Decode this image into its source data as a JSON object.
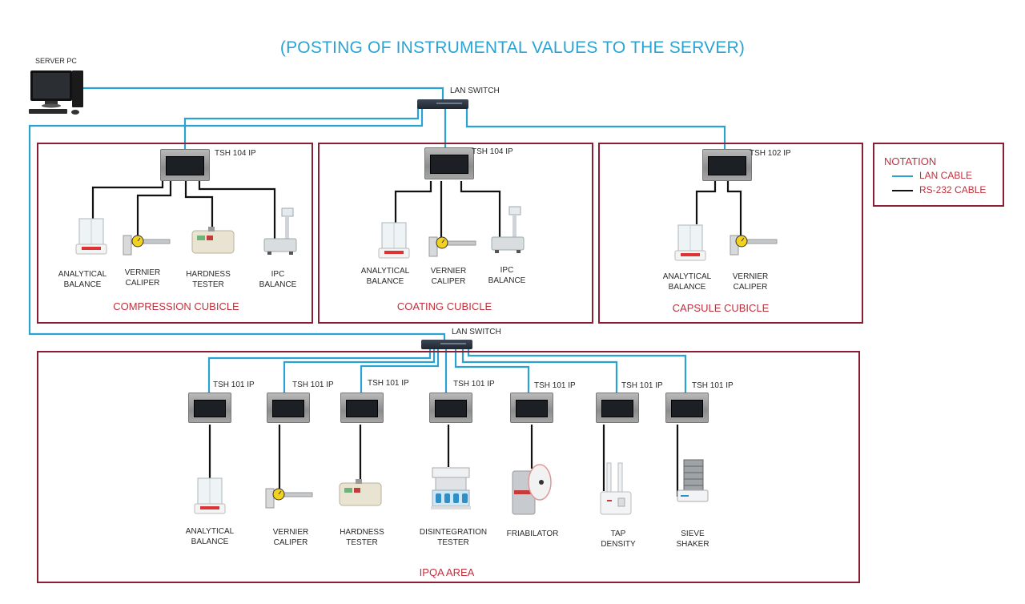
{
  "title": "(POSTING OF INSTRUMENTAL VALUES TO THE SERVER)",
  "colors": {
    "lan": "#2aa3d2",
    "rs232": "#111111",
    "frame": "#8a1f33",
    "area_title": "#c0303c"
  },
  "server": {
    "label": "SERVER PC",
    "icon": "desktop-pc-icon"
  },
  "switches": [
    {
      "label": "LAN SWITCH",
      "icon": "network-switch-icon"
    },
    {
      "label": "LAN SWITCH",
      "icon": "network-switch-icon"
    }
  ],
  "legend": {
    "heading": "NOTATION",
    "items": [
      {
        "label": "LAN CABLE",
        "color": "#2aa3d2"
      },
      {
        "label": "RS-232 CABLE",
        "color": "#111111"
      }
    ]
  },
  "cubicles": [
    {
      "name": "COMPRESSION CUBICLE",
      "terminal": "TSH 104 IP",
      "instruments": [
        {
          "line1": "ANALYTICAL",
          "line2": "BALANCE",
          "icon": "analytical-balance-icon"
        },
        {
          "line1": "VERNIER",
          "line2": "CALIPER",
          "icon": "vernier-caliper-icon"
        },
        {
          "line1": "HARDNESS",
          "line2": "TESTER",
          "icon": "hardness-tester-icon"
        },
        {
          "line1": "IPC",
          "line2": "BALANCE",
          "icon": "ipc-balance-icon"
        }
      ]
    },
    {
      "name": "COATING CUBICLE",
      "terminal": "TSH 104 IP",
      "instruments": [
        {
          "line1": "ANALYTICAL",
          "line2": "BALANCE",
          "icon": "analytical-balance-icon"
        },
        {
          "line1": "VERNIER",
          "line2": "CALIPER",
          "icon": "vernier-caliper-icon"
        },
        {
          "line1": "IPC",
          "line2": "BALANCE",
          "icon": "ipc-balance-icon"
        }
      ]
    },
    {
      "name": "CAPSULE CUBICLE",
      "terminal": "TSH 102 IP",
      "instruments": [
        {
          "line1": "ANALYTICAL",
          "line2": "BALANCE",
          "icon": "analytical-balance-icon"
        },
        {
          "line1": "VERNIER",
          "line2": "CALIPER",
          "icon": "vernier-caliper-icon"
        }
      ]
    }
  ],
  "ipqa": {
    "name": "IPQA AREA",
    "stations": [
      {
        "terminal": "TSH 101 IP",
        "line1": "ANALYTICAL",
        "line2": "BALANCE",
        "icon": "analytical-balance-icon"
      },
      {
        "terminal": "TSH 101 IP",
        "line1": "VERNIER",
        "line2": "CALIPER",
        "icon": "vernier-caliper-icon"
      },
      {
        "terminal": "TSH 101 IP",
        "line1": "HARDNESS",
        "line2": "TESTER",
        "icon": "hardness-tester-icon"
      },
      {
        "terminal": "TSH 101 IP",
        "line1": "DISINTEGRATION",
        "line2": "TESTER",
        "icon": "disintegration-tester-icon"
      },
      {
        "terminal": "TSH 101 IP",
        "line1": "FRIABILATOR",
        "line2": "",
        "icon": "friabilator-icon"
      },
      {
        "terminal": "TSH 101 IP",
        "line1": "TAP",
        "line2": "DENSITY",
        "icon": "tap-density-icon"
      },
      {
        "terminal": "TSH 101 IP",
        "line1": "SIEVE",
        "line2": "SHAKER",
        "icon": "sieve-shaker-icon"
      }
    ]
  }
}
